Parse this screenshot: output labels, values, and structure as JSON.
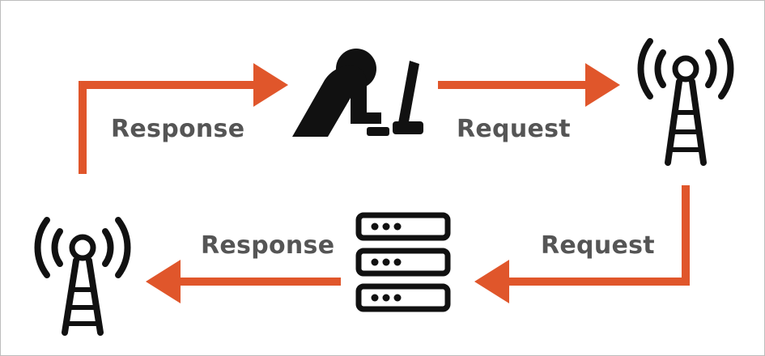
{
  "labels": {
    "response_top": "Response",
    "request_top": "Request",
    "request_bottom": "Request",
    "response_bottom": "Response"
  },
  "colors": {
    "arrow": "#e0562b",
    "icon": "#111111",
    "label": "#555555",
    "border": "#bdbdbd",
    "background": "#ffffff"
  },
  "icons": [
    "person-at-computer-icon",
    "radio-tower-icon",
    "server-rack-icon"
  ]
}
